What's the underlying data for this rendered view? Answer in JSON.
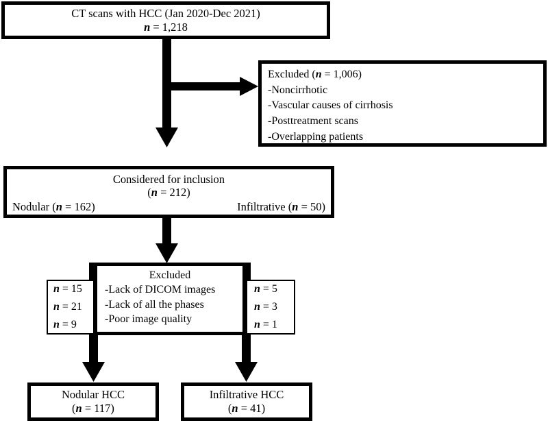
{
  "figure": {
    "type": "flowchart",
    "title": "Patient selection flow diagram for CT scans with HCC"
  },
  "boxes": {
    "source": {
      "line1": "CT scans with HCC (Jan 2020-Dec 2021)",
      "n_label": "n",
      "n_eq": " = 1,218"
    },
    "excluded_top": {
      "heading_pre": "Excluded (",
      "heading_n": "n",
      "heading_post": " = 1,006)",
      "reasons": [
        "-Noncirrhotic",
        "-Vascular causes of cirrhosis",
        "-Posttreatment scans",
        "-Overlapping patients"
      ]
    },
    "considered": {
      "line1": "Considered for inclusion",
      "line2_pre": "(",
      "line2_n": "n",
      "line2_post": " = 212)",
      "left_pre": "Nodular (",
      "left_n": "n",
      "left_post": " = 162)",
      "right_pre": "Infiltrative (",
      "right_n": "n",
      "right_post": " = 50)"
    },
    "excluded_mid": {
      "heading": "Excluded",
      "reasons": [
        "-Lack of DICOM images",
        "-Lack of all the phases",
        "-Poor image quality"
      ]
    },
    "left_counts": {
      "n_label": "n",
      "values": [
        " = 15",
        " = 21",
        " = 9"
      ]
    },
    "right_counts": {
      "n_label": "n",
      "values": [
        " = 5",
        " = 3",
        " = 1"
      ]
    },
    "nodular_result": {
      "line1": "Nodular HCC",
      "line2_pre": "(",
      "line2_n": "n",
      "line2_post": " = 117)"
    },
    "infiltrative_result": {
      "line1": "Infiltrative HCC",
      "line2_pre": "(",
      "line2_n": "n",
      "line2_post": " = 41)"
    }
  },
  "colors": {
    "stroke": "#000000",
    "fill": "#ffffff"
  }
}
